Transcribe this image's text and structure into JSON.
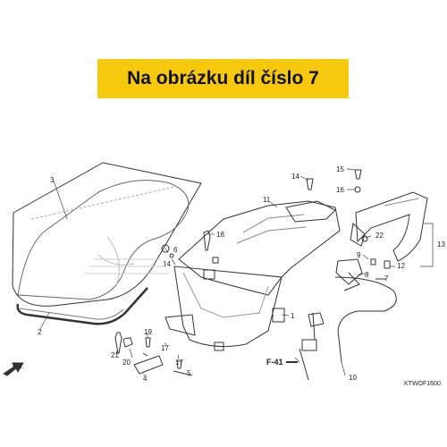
{
  "banner": {
    "text": "Na obrázku díl číslo 7",
    "color": "#f6c90e"
  },
  "diagram": {
    "callouts": [
      "1",
      "2",
      "3",
      "4",
      "5",
      "6",
      "7",
      "8",
      "9",
      "10",
      "11",
      "12",
      "13",
      "14",
      "14",
      "15",
      "16",
      "17",
      "17",
      "18",
      "19",
      "20",
      "21",
      "22"
    ],
    "ref_label": "F-41",
    "front_label": "FR.",
    "code": "KTWOF1600"
  }
}
